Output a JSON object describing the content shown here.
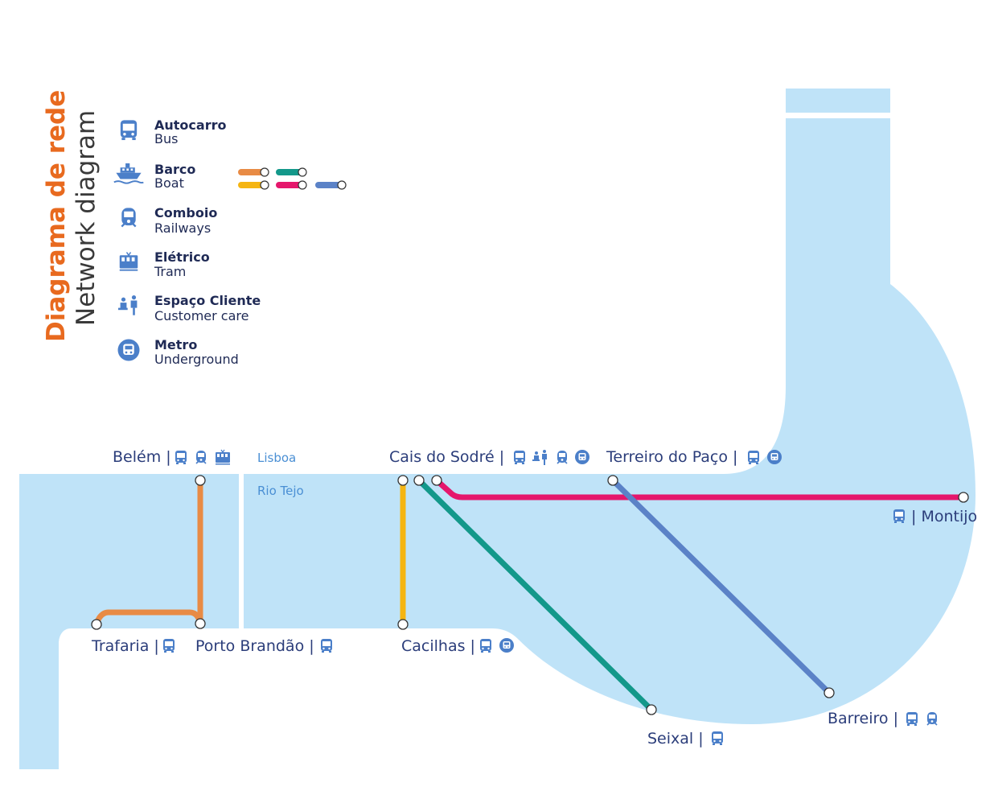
{
  "title": {
    "pt": "Diagrama de rede",
    "en": "Network diagram"
  },
  "legend": [
    {
      "icon": "bus-icon",
      "pt": "Autocarro",
      "en": "Bus"
    },
    {
      "icon": "boat-icon",
      "pt": "Barco",
      "en": "Boat"
    },
    {
      "icon": "train-icon",
      "pt": "Comboio",
      "en": "Railways"
    },
    {
      "icon": "tram-icon",
      "pt": "Elétrico",
      "en": "Tram"
    },
    {
      "icon": "customer-care-icon",
      "pt": "Espaço Cliente",
      "en": "Customer care"
    },
    {
      "icon": "metro-icon",
      "pt": "Metro",
      "en": "Underground"
    }
  ],
  "places": {
    "city": "Lisboa",
    "river": "Rio Tejo"
  },
  "stations": {
    "belem": "Belém |",
    "cais_do_sodre": "Cais do Sodré |",
    "terreiro_do_paco": "Terreiro do Paço |",
    "montijo": "| Montijo",
    "trafaria": "Trafaria |",
    "porto_brandao": "Porto Brandão |",
    "cacilhas": "Cacilhas |",
    "seixal": "Seixal |",
    "barreiro": "Barreiro |"
  },
  "colors": {
    "water": "#bfe3f8",
    "orange": "#e88b45",
    "yellow": "#f5b512",
    "teal": "#13988a",
    "magenta": "#e5176c",
    "blue": "#5b82c7",
    "title_orange": "#e86a1f",
    "icon_blue": "#4b7fc9"
  },
  "lines": [
    {
      "color": "orange",
      "from": "Belém",
      "to": "Porto Brandão / Trafaria"
    },
    {
      "color": "yellow",
      "from": "Cais do Sodré",
      "to": "Cacilhas"
    },
    {
      "color": "teal",
      "from": "Cais do Sodré",
      "to": "Seixal"
    },
    {
      "color": "magenta",
      "from": "Cais do Sodré",
      "to": "Montijo"
    },
    {
      "color": "blue",
      "from": "Terreiro do Paço",
      "to": "Barreiro"
    }
  ]
}
